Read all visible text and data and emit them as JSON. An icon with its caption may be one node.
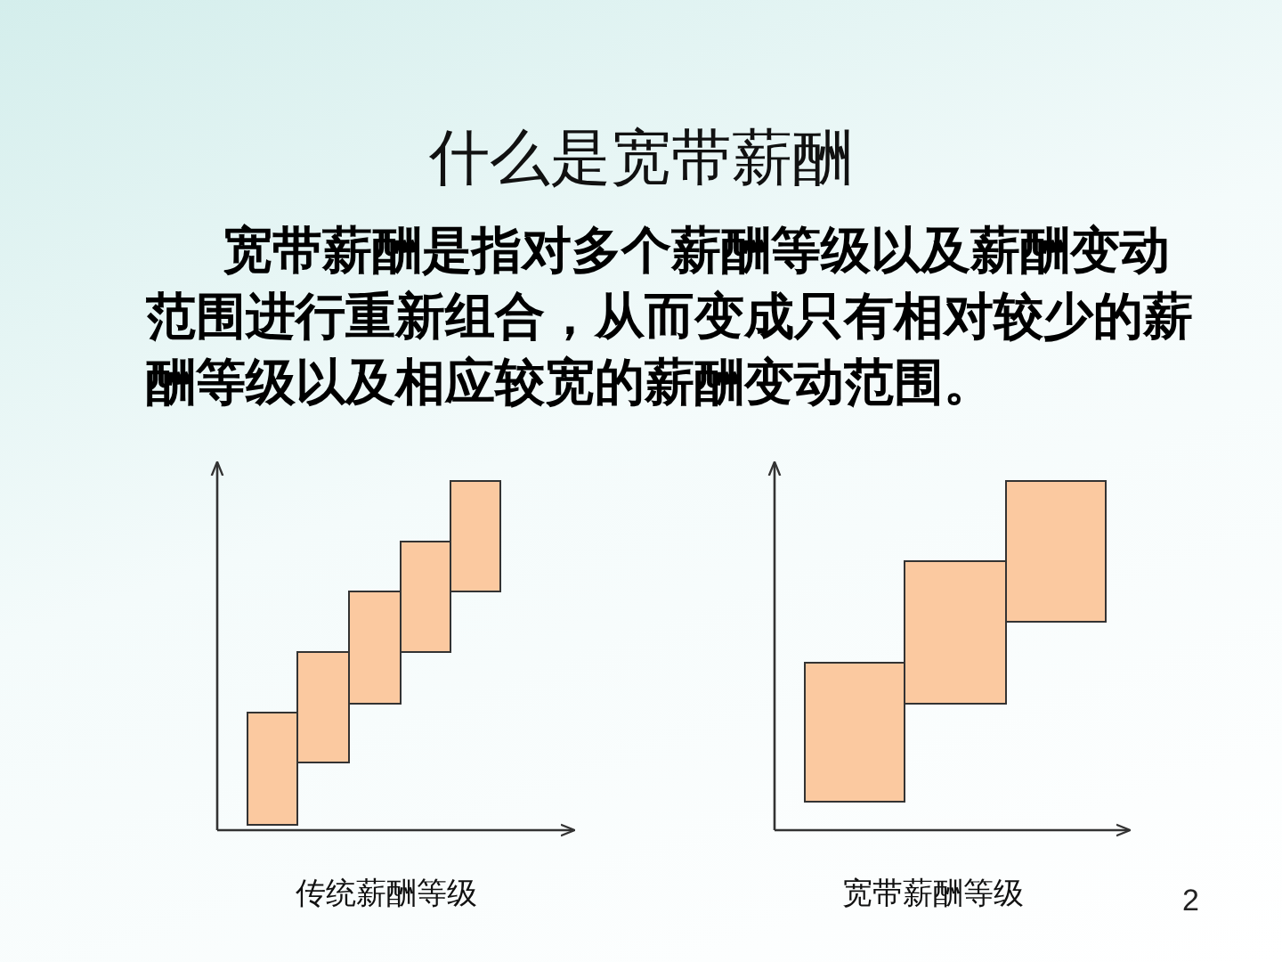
{
  "diagram": {
    "title": "什么是宽带薪酬",
    "labels": [
      "宽带薪酬是指对多个薪酬等级以及薪酬变动范围进行重新组合，从而变成只有相对较少的薪酬等级以及相应较宽的薪酬变动范围。",
      "传统薪酬等级",
      "宽带薪酬等级",
      "2"
    ]
  }
}
